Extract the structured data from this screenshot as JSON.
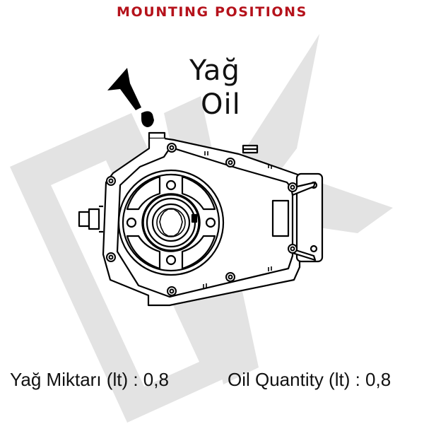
{
  "header": {
    "title": "MOUNTING POSITIONS",
    "title_color": "#b5121b"
  },
  "diagram": {
    "label_tr": "Yağ",
    "label_en": "Oil",
    "icons": [
      "oil-can-icon",
      "oil-drop-icon"
    ],
    "subject": "gearbox-front-view",
    "watermark_color": "#e3e3e3"
  },
  "footer": {
    "oil_quantity_tr": "Yağ Miktarı (lt) : 0,8",
    "oil_quantity_en": "Oil Quantity (lt) : 0,8"
  }
}
